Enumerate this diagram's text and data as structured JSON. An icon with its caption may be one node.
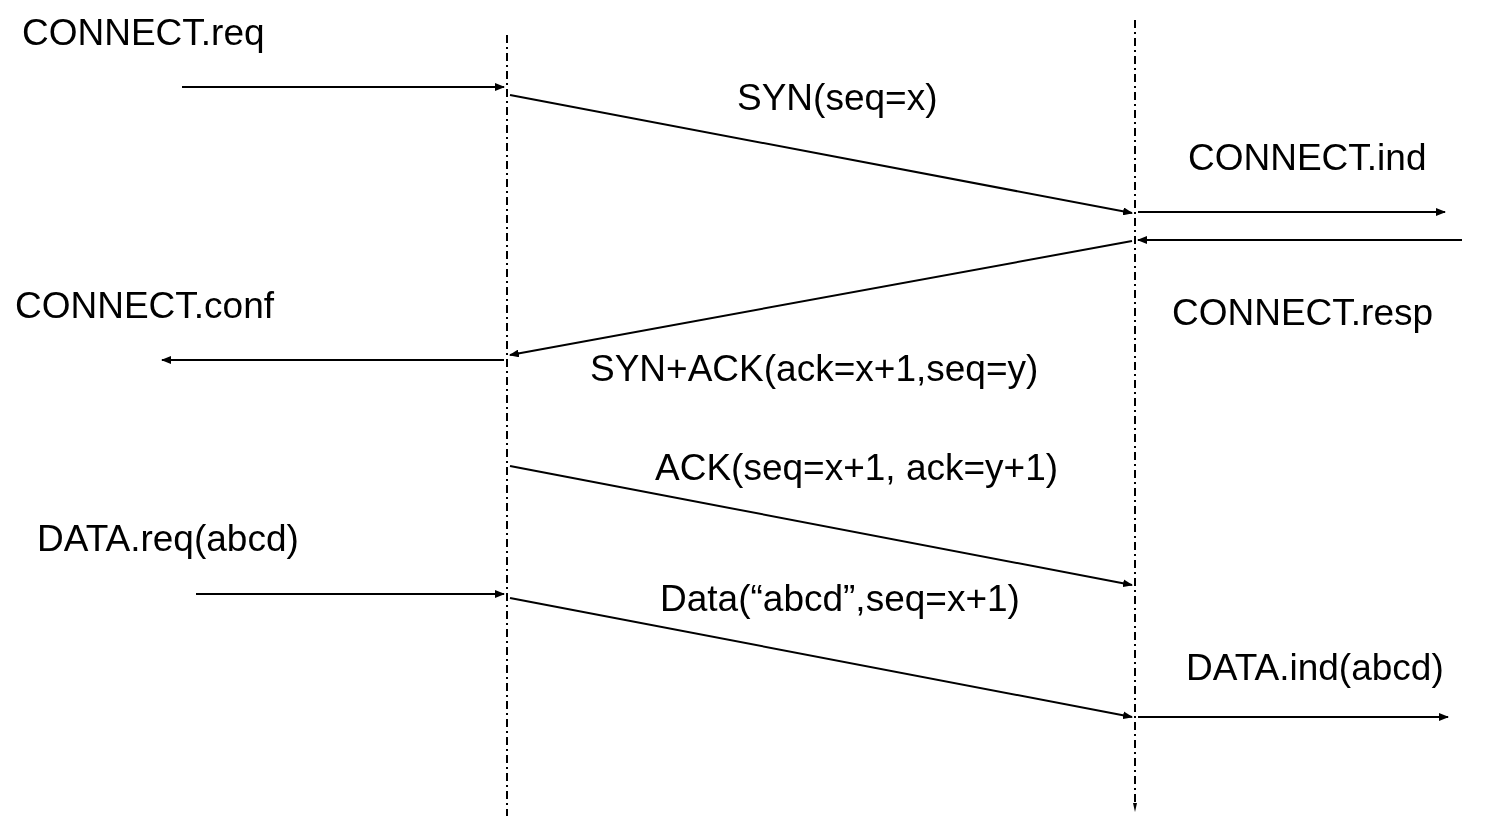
{
  "diagram": {
    "nodes": [
      {
        "text": [],
        "shape": "line"
      },
      {
        "text": [],
        "shape": "line"
      }
    ],
    "edges": [
      {
        "from": null,
        "to": 0,
        "arrow": "to",
        "label": "CONNECT.req"
      },
      {
        "from": 0,
        "to": 1,
        "arrow": "to",
        "label": "SYN(seq=x)"
      },
      {
        "from": 1,
        "to": null,
        "arrow": "to",
        "label": "CONNECT.ind"
      },
      {
        "from": null,
        "to": 1,
        "arrow": "to",
        "label": "CONNECT.resp"
      },
      {
        "from": 1,
        "to": 0,
        "arrow": "to",
        "label": "SYN+ACK(ack=x+1,seq=y)"
      },
      {
        "from": 0,
        "to": null,
        "arrow": "to",
        "label": "CONNECT.conf"
      },
      {
        "from": 0,
        "to": 1,
        "arrow": "to",
        "label": "ACK(seq=x+1, ack=y+1)"
      },
      {
        "from": null,
        "to": 0,
        "arrow": "to",
        "label": "DATA.req(abcd)"
      },
      {
        "from": 0,
        "to": 1,
        "arrow": "to",
        "label": "Data(“abcd”,seq=x+1)"
      },
      {
        "from": 1,
        "to": null,
        "arrow": "to",
        "label": "DATA.ind(abcd)"
      }
    ]
  }
}
